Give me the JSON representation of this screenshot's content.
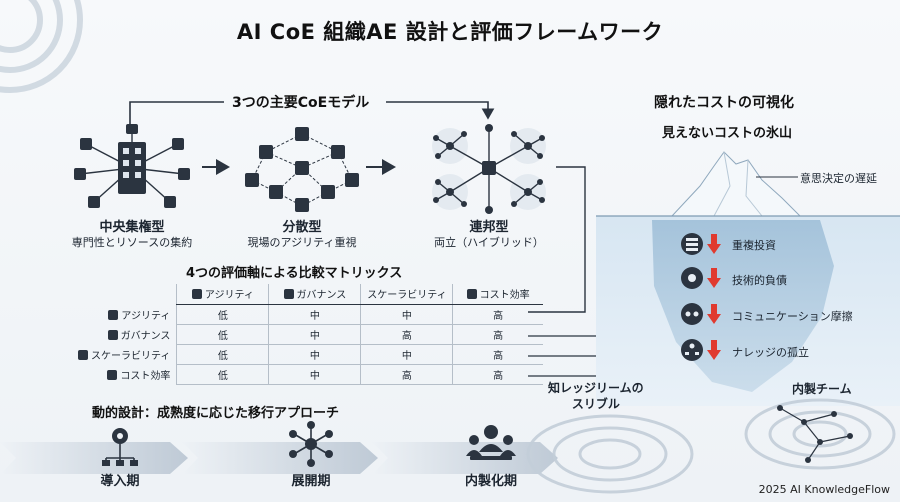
{
  "title": "AI CoE 組織AE 設計と評価フレームワーク",
  "models": {
    "heading": "3つの主要CoEモデル",
    "items": [
      {
        "name": "中央集権型",
        "desc": "専門性とリソースの集約"
      },
      {
        "name": "分散型",
        "desc": "現場のアジリティ重視"
      },
      {
        "name": "連邦型",
        "desc": "両立（ハイブリッド）"
      }
    ]
  },
  "matrix": {
    "heading": "4つの評価軸による比較マトリックス",
    "columns": [
      "アジリティ",
      "ガバナンス",
      "スケーラビリティ",
      "コスト効率"
    ],
    "rows": [
      {
        "label": "アジリティ",
        "values": [
          "低",
          "中",
          "中",
          "高"
        ]
      },
      {
        "label": "ガバナンス",
        "values": [
          "低",
          "中",
          "高",
          "高"
        ]
      },
      {
        "label": "スケーラビリティ",
        "values": [
          "低",
          "中",
          "中",
          "高"
        ]
      },
      {
        "label": "コスト効率",
        "values": [
          "低",
          "中",
          "高",
          "高"
        ]
      }
    ]
  },
  "phases": {
    "heading": "動的設計：成熟度に応じた移行アプローチ",
    "items": [
      "導入期",
      "展開期",
      "内製化期"
    ]
  },
  "hidden_costs": {
    "heading": "隠れたコストの可視化",
    "subheading": "見えないコストの氷山",
    "above_water": "意思決定の遅延",
    "below_water": [
      "重複投資",
      "技術的負債",
      "コミュニケーション摩擦",
      "ナレッジの孤立"
    ]
  },
  "whirlpools": {
    "left": "知レッジリームの\nスリブル",
    "right": "内製チーム"
  },
  "footer": "2025 AI KnowledgeFlow",
  "colors": {
    "primary": "#2b3440",
    "accent_red": "#e03a2f",
    "iceberg_water": "#cfe0ee",
    "iceberg_tip": "#f4f8fb"
  }
}
